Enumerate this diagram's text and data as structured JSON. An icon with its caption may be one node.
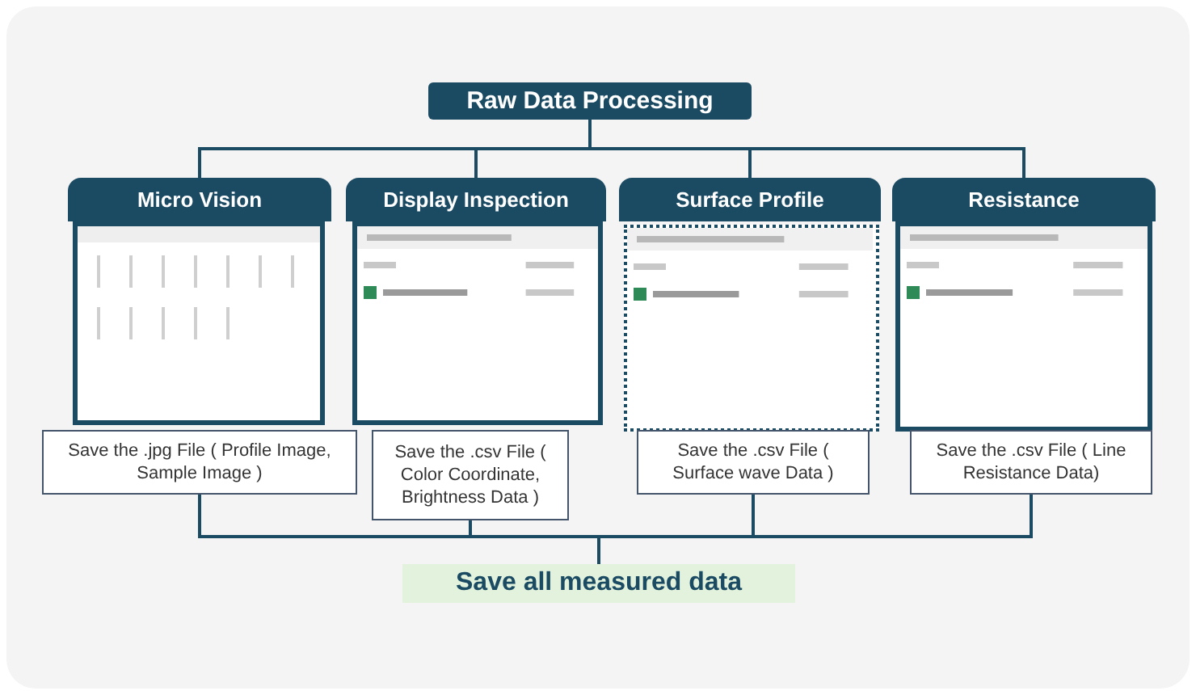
{
  "diagram": {
    "nodes": [
      {
        "text": [
          "Raw Data Processing"
        ]
      },
      {
        "text": [
          "Micro Vision"
        ]
      },
      {
        "text": [
          "Display Inspection"
        ]
      },
      {
        "text": [
          "Surface Profile"
        ]
      },
      {
        "text": [
          "Resistance"
        ]
      },
      {
        "text": [],
        "shape": "picture"
      },
      {
        "text": [],
        "shape": "picture"
      },
      {
        "text": [],
        "shape": "picture"
      },
      {
        "text": [],
        "shape": "picture"
      },
      {
        "text": [
          "Save the .jpg File ( Profile Image, Sample Image )"
        ]
      },
      {
        "text": [
          "Save the .csv File ( Color Coordinate, Brightness Data )"
        ]
      },
      {
        "text": [
          "Save the .csv File ( Surface wave Data )"
        ]
      },
      {
        "text": [
          "Save the .csv File ( Line Resistance Data)"
        ]
      },
      {
        "text": [
          "Save all measured data"
        ]
      }
    ],
    "edges": [
      {
        "from": 0,
        "to": 1,
        "arrow": "none"
      },
      {
        "from": 0,
        "to": 2,
        "arrow": "none"
      },
      {
        "from": 0,
        "to": 3,
        "arrow": "none"
      },
      {
        "from": 0,
        "to": 4,
        "arrow": "none"
      },
      {
        "from": 9,
        "to": 13,
        "arrow": "none"
      },
      {
        "from": 10,
        "to": 13,
        "arrow": "none"
      },
      {
        "from": 11,
        "to": 13,
        "arrow": "none"
      },
      {
        "from": 12,
        "to": 13,
        "arrow": "none"
      }
    ]
  }
}
